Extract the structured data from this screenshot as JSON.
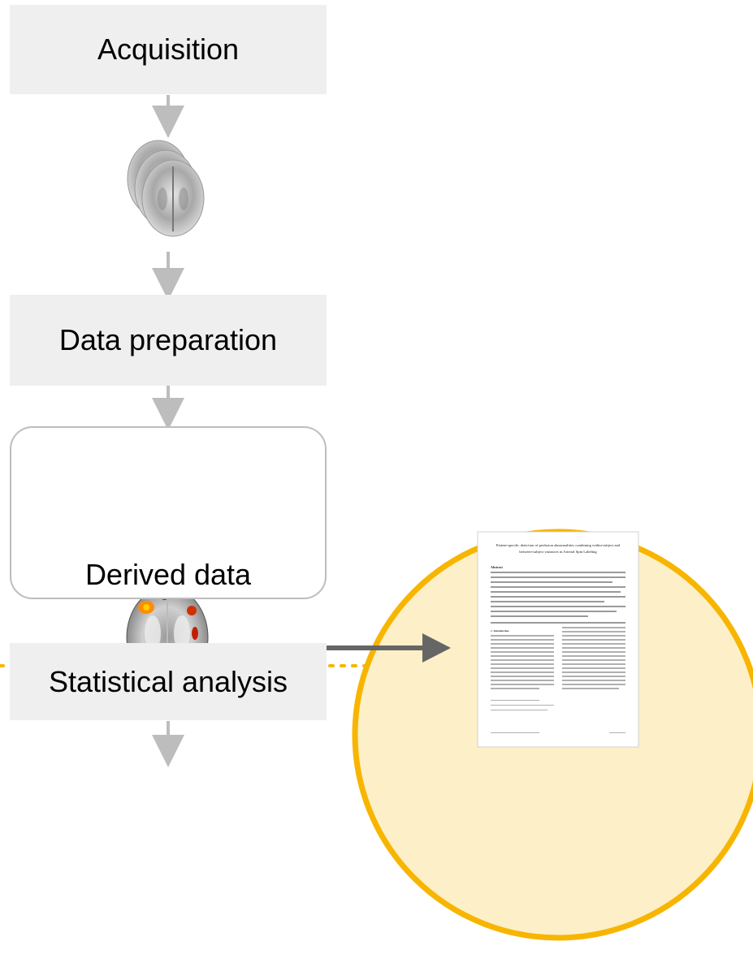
{
  "steps": {
    "acquisition": "Acquisition",
    "data_preparation": "Data preparation",
    "derived_data": "Derived data",
    "statistical_analysis": "Statistical analysis"
  },
  "paper": {
    "title_line1": "Patient-specific detection of perfusion abnormalities combining within-subject and",
    "title_line2": "between-subject variances in Arterial Spin Labeling",
    "abstract_heading": "Abstract",
    "section_heading": "1. Introduction"
  },
  "colors": {
    "box_fill": "#efefef",
    "arrow": "#bdbdbd",
    "highlight_ring": "#f7b500",
    "highlight_fill": "#fdf0c8",
    "dotted_line": "#f7b500",
    "pointer_arrow": "#666666"
  },
  "icons": [
    "brain-scan-stack-icon",
    "perfusion-map-icon",
    "statistical-map-icon",
    "paper-document-icon"
  ]
}
